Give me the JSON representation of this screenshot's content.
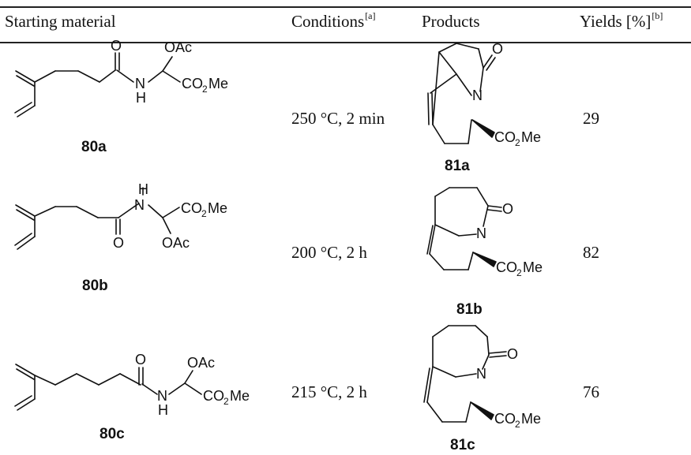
{
  "table": {
    "headers": {
      "starting_material": "Starting material",
      "conditions": "Conditions",
      "conditions_note": "[a]",
      "products": "Products",
      "yields": "Yields [%]",
      "yields_note": "[b]"
    },
    "rows": [
      {
        "starting_label": "80a",
        "conditions": "250 °C, 2 min",
        "product_label": "81a",
        "yield": "29",
        "atoms": {
          "O1": "O",
          "OAc": "OAc",
          "NH_N": "N",
          "NH_H": "H",
          "CO2Me_sm": "CO",
          "CO2Me_sm_sub": "2",
          "CO2Me_sm_tail": "Me",
          "prod_O": "O",
          "prod_N": "N",
          "prod_CO": "CO",
          "prod_sub": "2",
          "prod_Me": "Me"
        }
      },
      {
        "starting_label": "80b",
        "conditions": "200 °C, 2 h",
        "product_label": "81b",
        "yield": "82",
        "atoms": {
          "O1": "O",
          "OAc": "OAc",
          "NH_N": "N",
          "NH_H": "H",
          "CO2Me_sm": "CO",
          "CO2Me_sm_sub": "2",
          "CO2Me_sm_tail": "Me",
          "prod_O": "O",
          "prod_N": "N",
          "prod_CO": "CO",
          "prod_sub": "2",
          "prod_Me": "Me"
        }
      },
      {
        "starting_label": "80c",
        "conditions": "215 °C, 2 h",
        "product_label": "81c",
        "yield": "76",
        "atoms": {
          "O1": "O",
          "OAc": "OAc",
          "NH_N": "N",
          "NH_H": "H",
          "CO2Me_sm": "CO",
          "CO2Me_sm_sub": "2",
          "CO2Me_sm_tail": "Me",
          "prod_O": "O",
          "prod_N": "N",
          "prod_CO": "CO",
          "prod_sub": "2",
          "prod_Me": "Me"
        }
      }
    ]
  }
}
